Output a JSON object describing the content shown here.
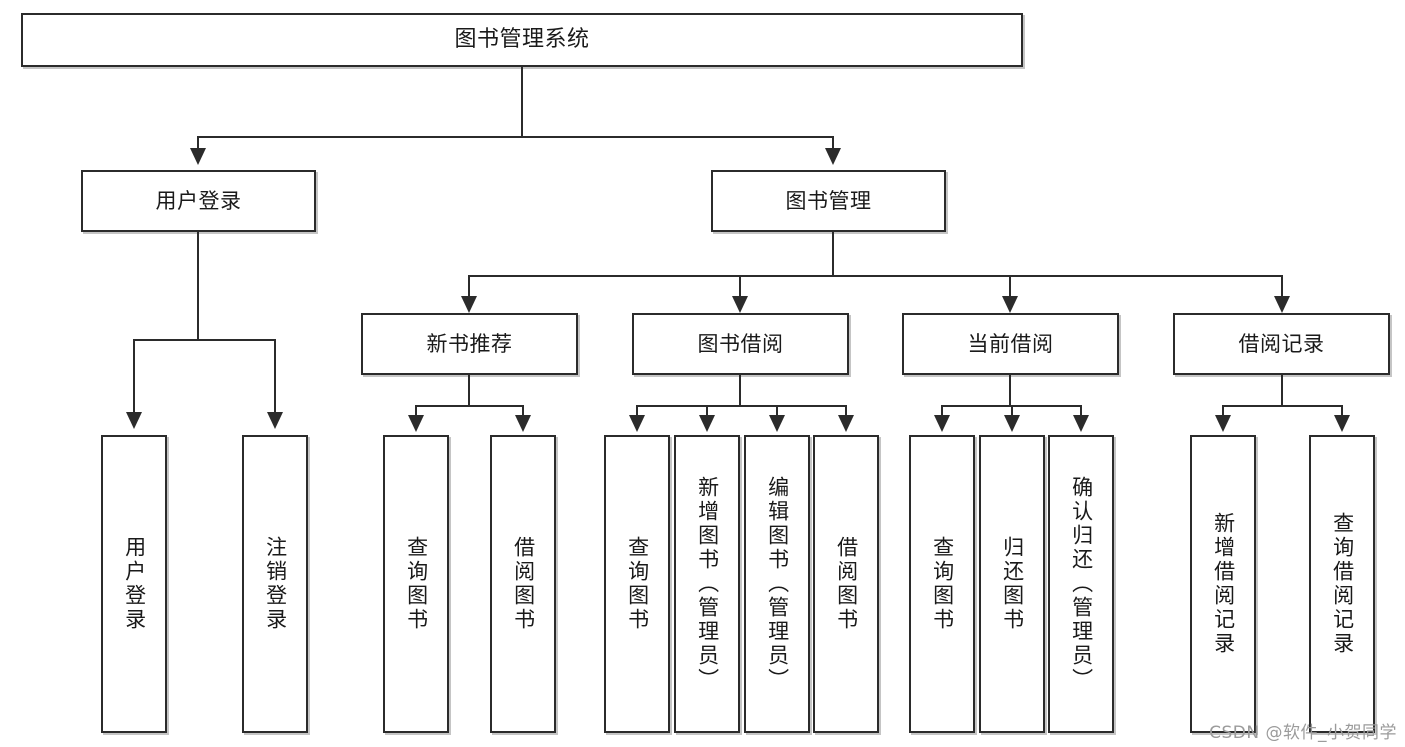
{
  "diagram": {
    "title_node": "图书管理系统",
    "level1": [
      {
        "id": "user-login",
        "label": "用户登录"
      },
      {
        "id": "book-management",
        "label": "图书管理"
      }
    ],
    "level2": [
      {
        "id": "new-book-recommend",
        "label": "新书推荐"
      },
      {
        "id": "book-borrow",
        "label": "图书借阅"
      },
      {
        "id": "current-borrow",
        "label": "当前借阅"
      },
      {
        "id": "borrow-record",
        "label": "借阅记录"
      }
    ],
    "leaves": {
      "user_login": [
        {
          "id": "leaf-user-login",
          "label": "用户登录"
        },
        {
          "id": "leaf-logout-login",
          "label": "注销登录"
        }
      ],
      "new_book_recommend": [
        {
          "id": "leaf-query-book-1",
          "label": "查询图书"
        },
        {
          "id": "leaf-borrow-book-1",
          "label": "借阅图书"
        }
      ],
      "book_borrow": [
        {
          "id": "leaf-query-book-2",
          "label": "查询图书"
        },
        {
          "id": "leaf-add-book",
          "label": "新增图书（管理员）"
        },
        {
          "id": "leaf-edit-book",
          "label": "编辑图书（管理员）"
        },
        {
          "id": "leaf-borrow-book-2",
          "label": "借阅图书"
        }
      ],
      "current_borrow": [
        {
          "id": "leaf-query-book-3",
          "label": "查询图书"
        },
        {
          "id": "leaf-return-book",
          "label": "归还图书"
        },
        {
          "id": "leaf-confirm-return",
          "label": "确认归还（管理员）"
        }
      ],
      "borrow_record": [
        {
          "id": "leaf-add-record",
          "label": "新增借阅记录"
        },
        {
          "id": "leaf-query-record",
          "label": "查询借阅记录"
        }
      ]
    }
  },
  "watermark": {
    "text": "CSDN @软件_小贺同学"
  },
  "colors": {
    "box_border": "#2b2b2b",
    "box_fill": "#ffffff",
    "connector": "#2b2b2b",
    "watermark": "#9b9b9b",
    "background": "#ffffff"
  }
}
